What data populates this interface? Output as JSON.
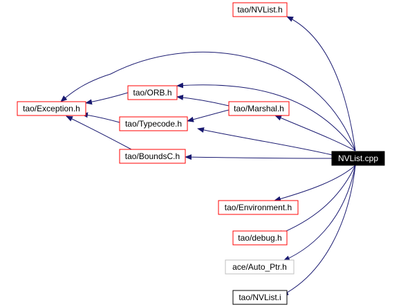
{
  "diagram": {
    "colors": {
      "edge": "#191970",
      "node_border_default": "#ff0000",
      "node_border_leaf": "#000000",
      "node_border_external": "#bfbfbf",
      "root_fill": "#000000",
      "root_text": "#ffffff",
      "text": "#000000"
    },
    "nodes": [
      {
        "id": "nvlist_h",
        "label": "tao/NVList.h",
        "style": "default"
      },
      {
        "id": "exception_h",
        "label": "tao/Exception.h",
        "style": "default"
      },
      {
        "id": "orb_h",
        "label": "tao/ORB.h",
        "style": "default"
      },
      {
        "id": "marshal_h",
        "label": "tao/Marshal.h",
        "style": "default"
      },
      {
        "id": "typecode_h",
        "label": "tao/Typecode.h",
        "style": "default"
      },
      {
        "id": "boundsc_h",
        "label": "tao/BoundsC.h",
        "style": "default"
      },
      {
        "id": "nvlist_cpp",
        "label": "NVList.cpp",
        "style": "root"
      },
      {
        "id": "environment_h",
        "label": "tao/Environment.h",
        "style": "default"
      },
      {
        "id": "debug_h",
        "label": "tao/debug.h",
        "style": "default"
      },
      {
        "id": "auto_ptr_h",
        "label": "ace/Auto_Ptr.h",
        "style": "external"
      },
      {
        "id": "nvlist_i",
        "label": "tao/NVList.i",
        "style": "leaf"
      }
    ],
    "edges": [
      {
        "from": "nvlist_cpp",
        "to": "nvlist_h"
      },
      {
        "from": "nvlist_cpp",
        "to": "exception_h"
      },
      {
        "from": "nvlist_cpp",
        "to": "orb_h"
      },
      {
        "from": "nvlist_cpp",
        "to": "marshal_h"
      },
      {
        "from": "nvlist_cpp",
        "to": "typecode_h"
      },
      {
        "from": "nvlist_cpp",
        "to": "boundsc_h"
      },
      {
        "from": "nvlist_cpp",
        "to": "environment_h"
      },
      {
        "from": "nvlist_cpp",
        "to": "debug_h"
      },
      {
        "from": "nvlist_cpp",
        "to": "auto_ptr_h"
      },
      {
        "from": "nvlist_cpp",
        "to": "nvlist_i"
      },
      {
        "from": "orb_h",
        "to": "exception_h"
      },
      {
        "from": "typecode_h",
        "to": "exception_h"
      },
      {
        "from": "boundsc_h",
        "to": "exception_h"
      },
      {
        "from": "marshal_h",
        "to": "orb_h"
      },
      {
        "from": "marshal_h",
        "to": "typecode_h"
      }
    ]
  }
}
